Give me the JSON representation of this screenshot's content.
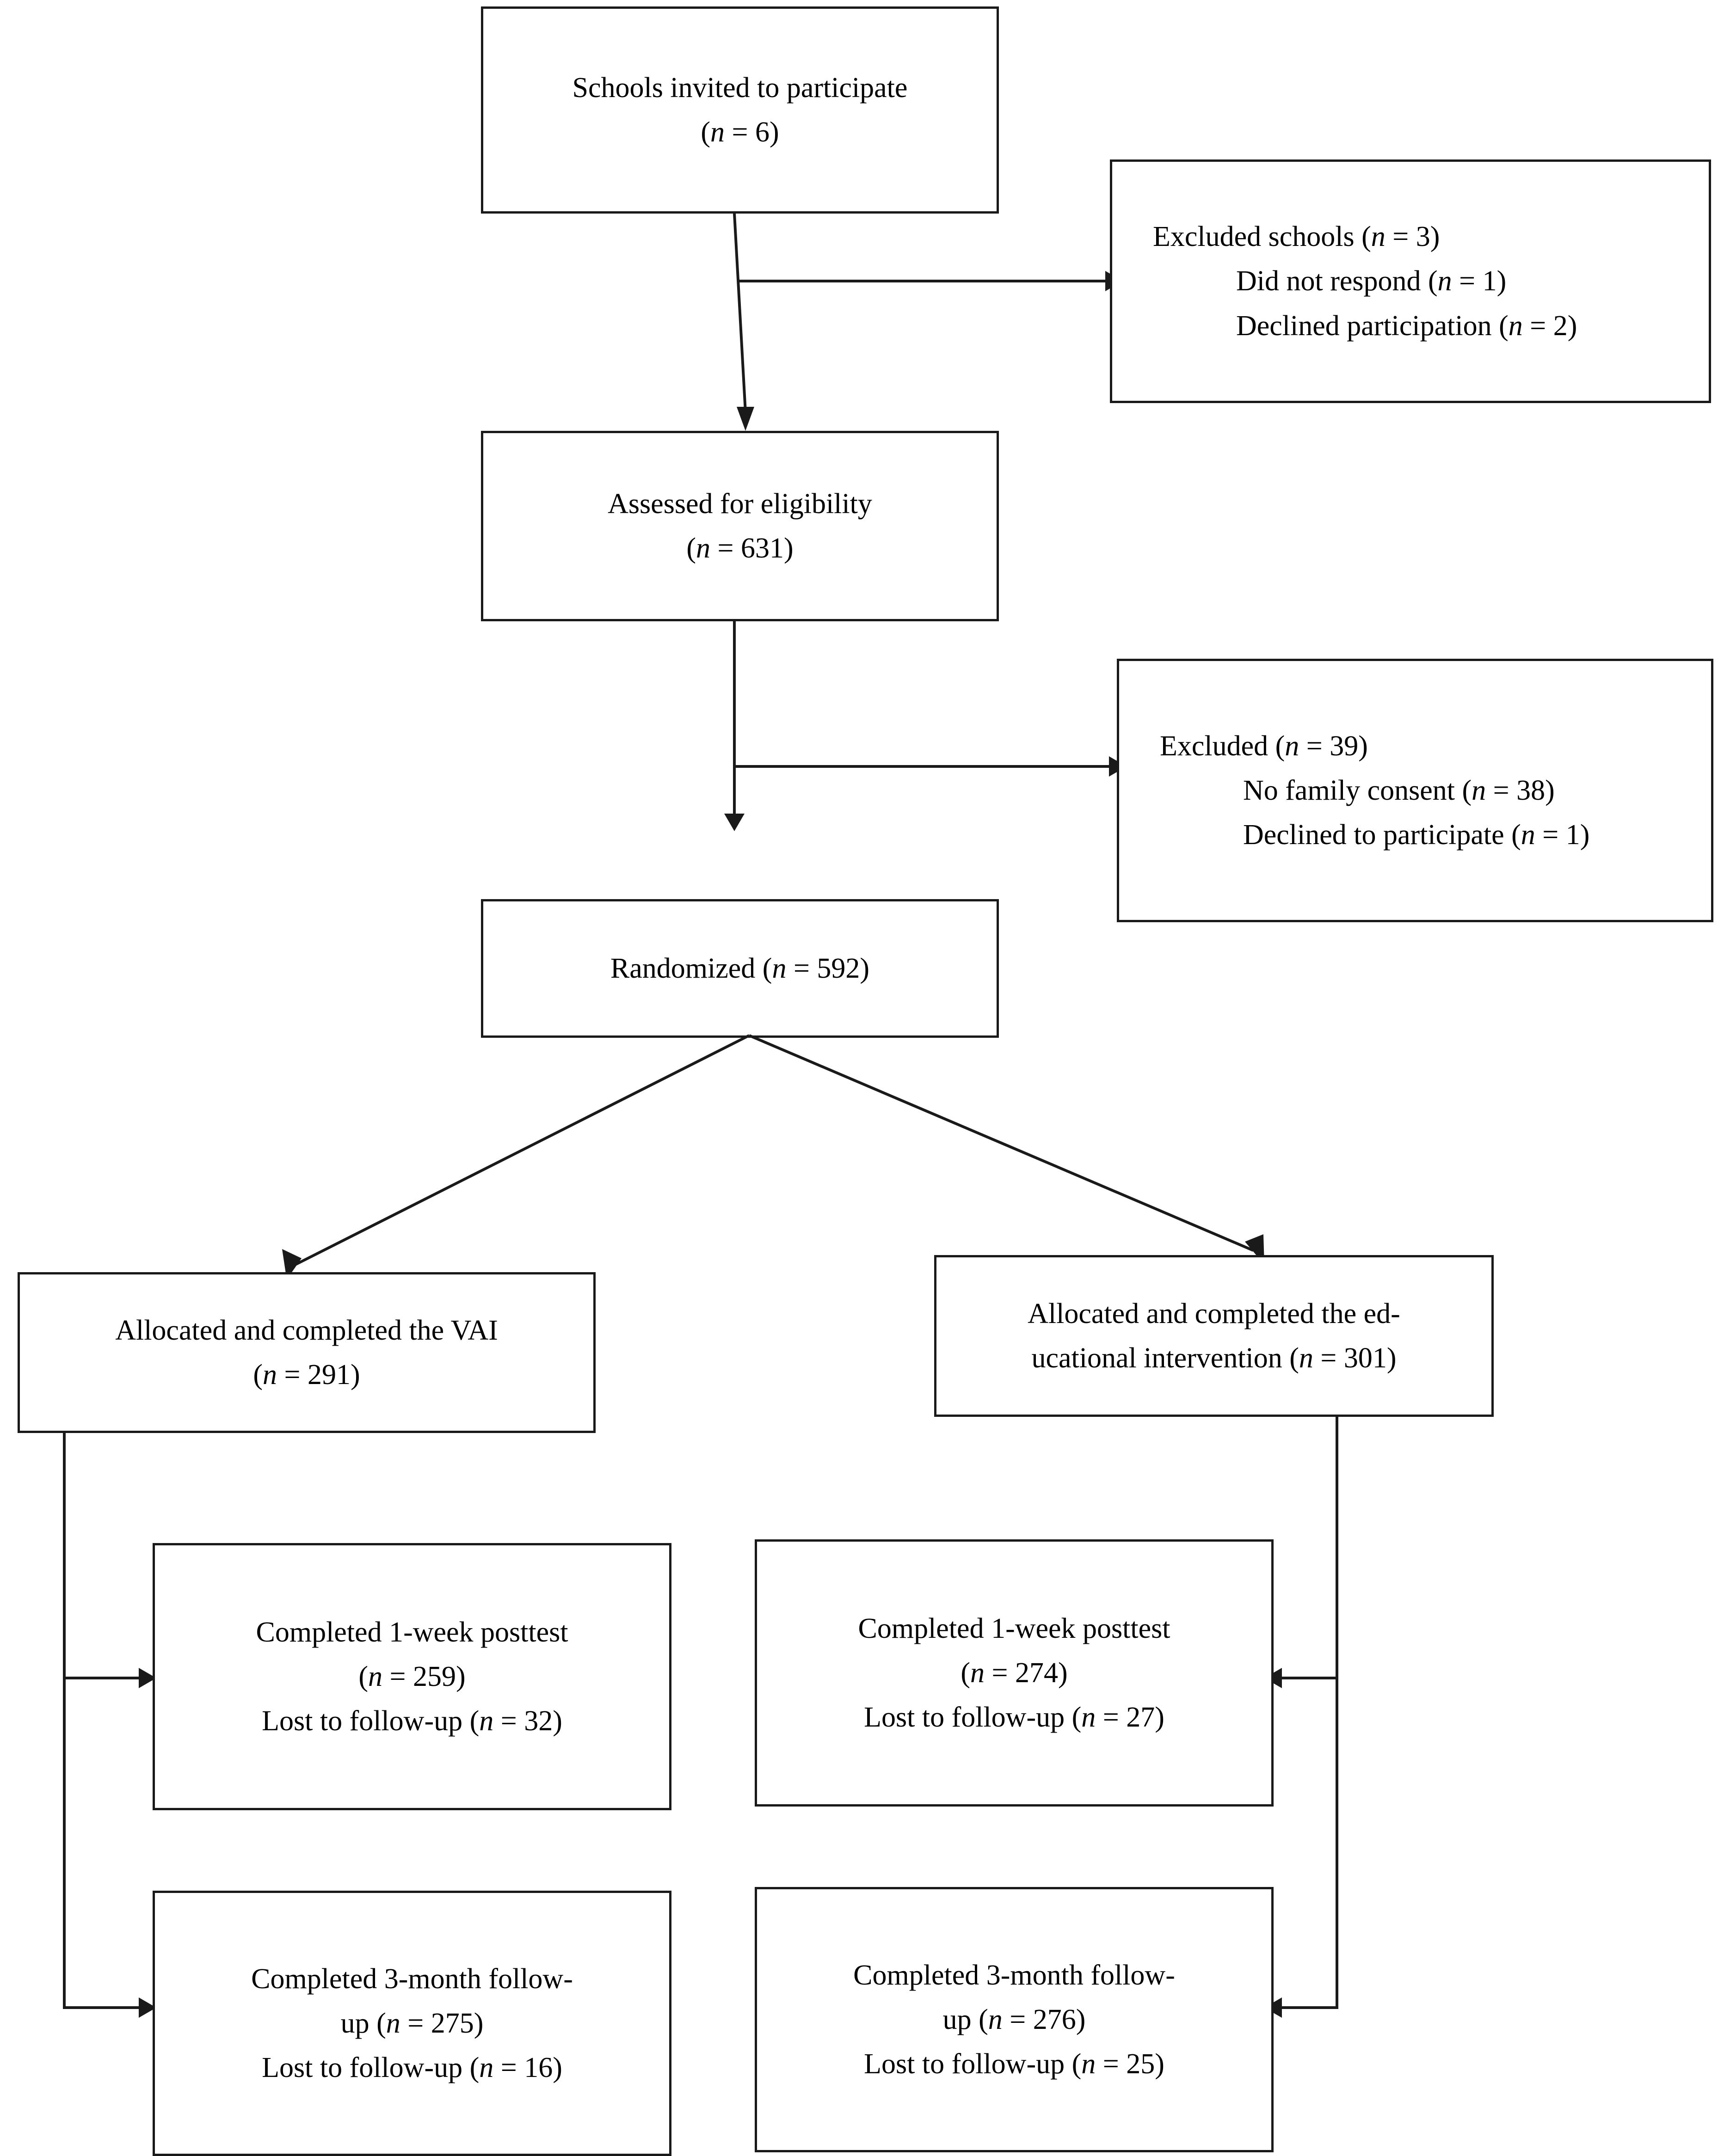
{
  "diagram": {
    "type": "flowchart",
    "title": "CONSORT participant flow diagram",
    "orientation": "top-down"
  },
  "nodes": {
    "schools_invited": {
      "line1": "Schools invited to participate",
      "line2_pre": "(",
      "line2_n": "n",
      "line2_post": " = 6)"
    },
    "excluded_schools": {
      "line1_pre": "Excluded schools (",
      "line1_n": "n",
      "line1_post": " = 3)",
      "line2_pre": "Did not respond (",
      "line2_n": "n",
      "line2_post": " = 1)",
      "line3_pre": "Declined participation (",
      "line3_n": "n",
      "line3_post": " = 2)"
    },
    "assessed_eligibility": {
      "line1": "Assessed for eligibility",
      "line2_pre": "(",
      "line2_n": "n",
      "line2_post": " = 631)"
    },
    "excluded": {
      "line1_pre": "Excluded (",
      "line1_n": "n",
      "line1_post": " = 39)",
      "line2_pre": "No family consent (",
      "line2_n": "n",
      "line2_post": " = 38)",
      "line3_pre": "Declined to participate (",
      "line3_n": "n",
      "line3_post": " = 1)"
    },
    "randomized": {
      "line1_pre": "Randomized (",
      "line1_n": "n",
      "line1_post": " = 592)"
    },
    "alloc_vai": {
      "line1": "Allocated and completed the VAI",
      "line2_pre": "(",
      "line2_n": "n",
      "line2_post": " = 291)"
    },
    "alloc_edu": {
      "line1": "Allocated and completed the ed-",
      "line2_pre": "ucational intervention (",
      "line2_n": "n",
      "line2_post": " = 301)"
    },
    "posttest_vai": {
      "line1": "Completed 1-week posttest",
      "line2_pre": "(",
      "line2_n": "n",
      "line2_post": " = 259)",
      "line3_pre": "Lost to follow-up (",
      "line3_n": "n",
      "line3_post": " = 32)"
    },
    "posttest_edu": {
      "line1": "Completed 1-week posttest",
      "line2_pre": "(",
      "line2_n": "n",
      "line2_post": " = 274)",
      "line3_pre": "Lost to follow-up (",
      "line3_n": "n",
      "line3_post": " = 27)"
    },
    "followup_vai": {
      "line1": "Completed 3-month follow-",
      "line2_pre": "up (",
      "line2_n": "n",
      "line2_post": " = 275)",
      "line3_pre": "Lost to follow-up (",
      "line3_n": "n",
      "line3_post": " = 16)"
    },
    "followup_edu": {
      "line1": "Completed 3-month follow-",
      "line2_pre": "up (",
      "line2_n": "n",
      "line2_post": " = 276)",
      "line3_pre": "Lost to follow-up (",
      "line3_n": "n",
      "line3_post": " = 25)"
    }
  },
  "colors": {
    "stroke": "#1a1a1a",
    "background": "#ffffff",
    "text": "#000000"
  }
}
